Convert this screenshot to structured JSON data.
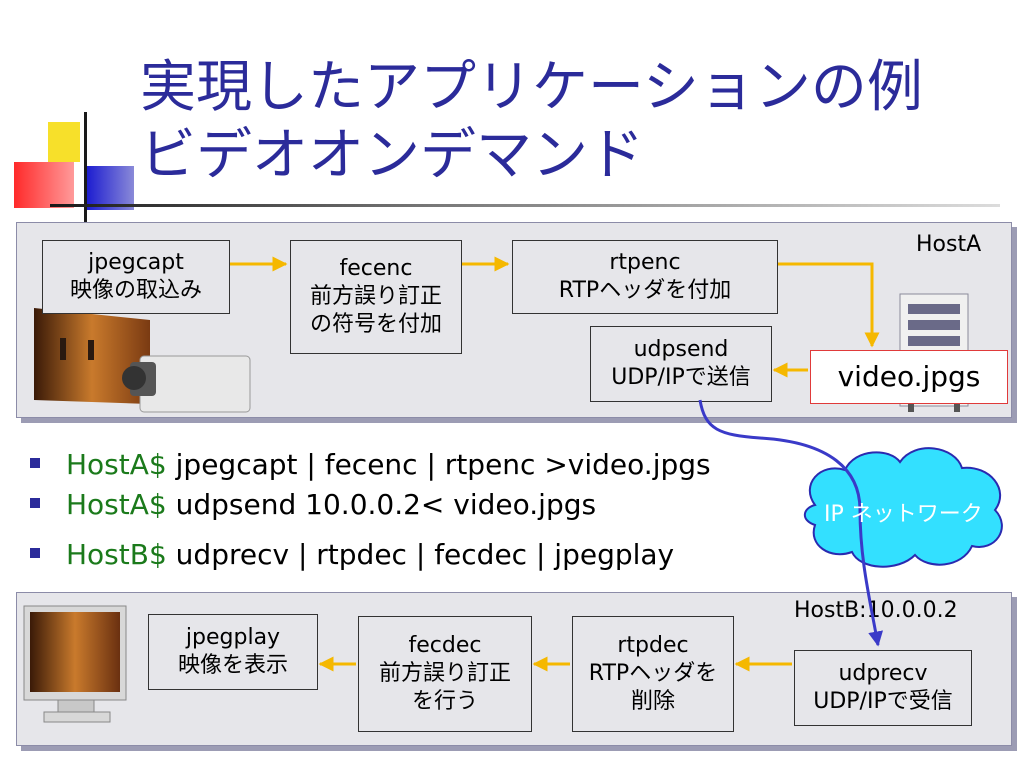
{
  "title": {
    "line1": "実現したアプリケーションの例",
    "line2": "ビデオオンデマンド"
  },
  "hostA": {
    "label": "HostA",
    "boxes": {
      "jpegcapt": [
        "jpegcapt",
        "映像の取込み"
      ],
      "fecenc": [
        "fecenc",
        "前方誤り訂正",
        "の符号を付加"
      ],
      "rtpenc": [
        "rtpenc",
        "RTPヘッダを付加"
      ],
      "udpsend": [
        "udpsend",
        "UDP/IPで送信"
      ],
      "file": "video.jpgs"
    }
  },
  "hostB": {
    "label": "HostB:10.0.0.2",
    "boxes": {
      "jpegplay": [
        "jpegplay",
        "映像を表示"
      ],
      "fecdec": [
        "fecdec",
        "前方誤り訂正",
        "を行う"
      ],
      "rtpdec": [
        "rtpdec",
        "RTPヘッダを",
        "削除"
      ],
      "udprecv": [
        "udprecv",
        "UDP/IPで受信"
      ]
    }
  },
  "network": {
    "label": "IP ネットワーク"
  },
  "commands": [
    {
      "prompt": "HostA$",
      "body": " jpegcapt | fecenc | rtpenc >video.jpgs"
    },
    {
      "prompt": "HostA$",
      "body": " udpsend 10.0.0.2< video.jpgs"
    },
    {
      "prompt": "HostB$",
      "body": " udprecv | rtpdec | fecdec | jpegplay"
    }
  ],
  "colors": {
    "title": "#2b2b9a",
    "arrow": "#f5b800",
    "network_line": "#3a3ac8",
    "cloud": "#33e0ff",
    "prompt": "#1b7a1b"
  }
}
